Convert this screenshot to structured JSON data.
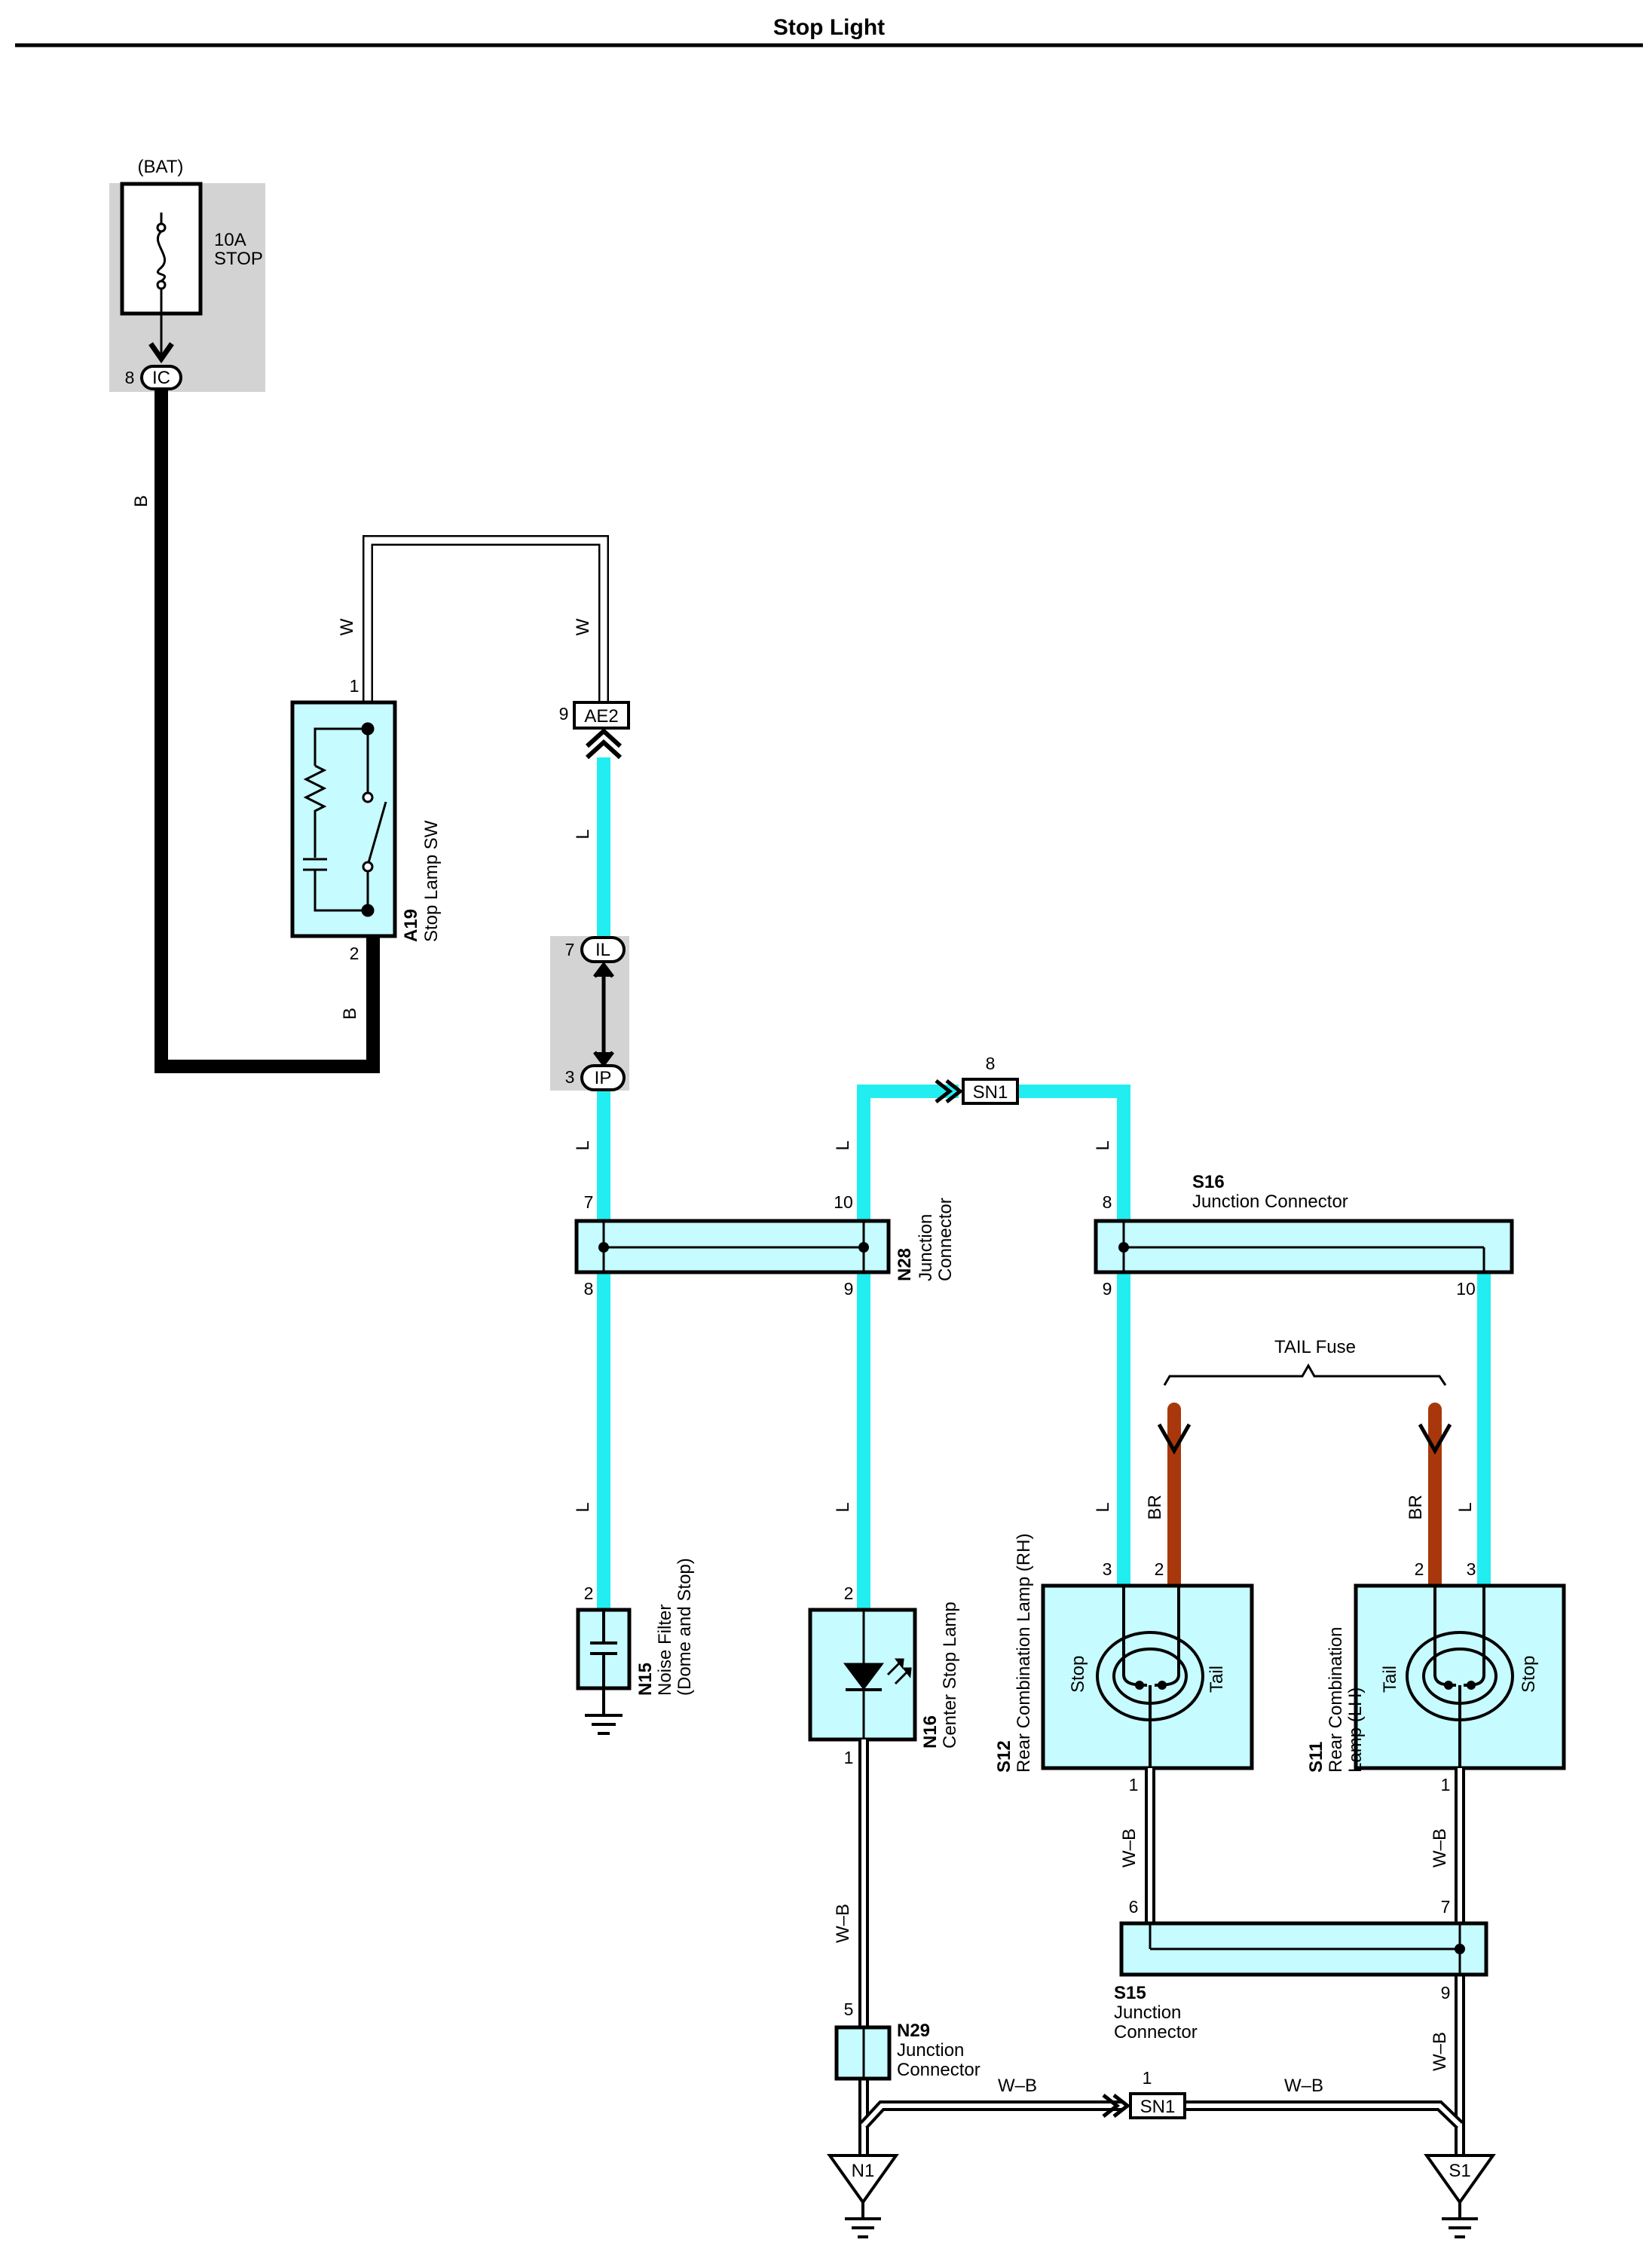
{
  "title": "Stop Light",
  "power": {
    "source": "(BAT)",
    "fuse_rating": "10A",
    "fuse_name": "STOP"
  },
  "connectors": {
    "ic": {
      "id": "IC",
      "pin": "8"
    },
    "ae2": {
      "id": "AE2",
      "pin": "9"
    },
    "il": {
      "id": "IL",
      "pin": "7"
    },
    "ip": {
      "id": "IP",
      "pin": "3"
    },
    "sn1_top": {
      "id": "SN1",
      "pin": "8"
    },
    "sn1_bottom": {
      "id": "SN1",
      "pin": "1"
    }
  },
  "components": {
    "a19": {
      "code": "A19",
      "name": "Stop Lamp SW",
      "pin_top": "1",
      "pin_bottom": "2"
    },
    "n28": {
      "code": "N28",
      "name_line1": "Junction",
      "name_line2": "Connector",
      "pin_in_left": "7",
      "pin_in_right": "10",
      "pin_out_left": "8",
      "pin_out_right": "9"
    },
    "s16": {
      "code": "S16",
      "name": "Junction Connector",
      "pin_in": "8",
      "pin_out_left": "9",
      "pin_out_right": "10"
    },
    "n15": {
      "code": "N15",
      "name_line1": "Noise Filter",
      "name_line2": "(Dome and Stop)",
      "pin": "2"
    },
    "n16": {
      "code": "N16",
      "name": "Center Stop Lamp",
      "pin_top": "2",
      "pin_bottom": "1"
    },
    "s12": {
      "code": "S12",
      "name": "Rear Combination Lamp (RH)",
      "pin_stop": "3",
      "pin_tail": "2",
      "pin_gnd": "1",
      "label_stop": "Stop",
      "label_tail": "Tail"
    },
    "s11": {
      "code": "S11",
      "name_line1": "Rear Combination",
      "name_line2": "Lamp (LH)",
      "pin_tail": "2",
      "pin_stop": "3",
      "pin_gnd": "1",
      "label_tail": "Tail",
      "label_stop": "Stop"
    },
    "s15": {
      "code": "S15",
      "name_line1": "Junction",
      "name_line2": "Connector",
      "pin_left": "6",
      "pin_right": "7",
      "pin_out": "9"
    },
    "n29": {
      "code": "N29",
      "name_line1": "Junction",
      "name_line2": "Connector",
      "pin": "5"
    }
  },
  "grounds": {
    "n1": "N1",
    "s1": "S1"
  },
  "tail_fuse_label": "TAIL Fuse",
  "wire_colors": {
    "black": "B",
    "white": "W",
    "blue": "L",
    "brown": "BR",
    "white_black": "W–B"
  },
  "colors": {
    "wire_black": "#000000",
    "wire_blue": "#22eef2",
    "wire_brown": "#a8380c",
    "component_fill": "#c6fbff",
    "junction_block_fill": "#d3d3d3"
  }
}
